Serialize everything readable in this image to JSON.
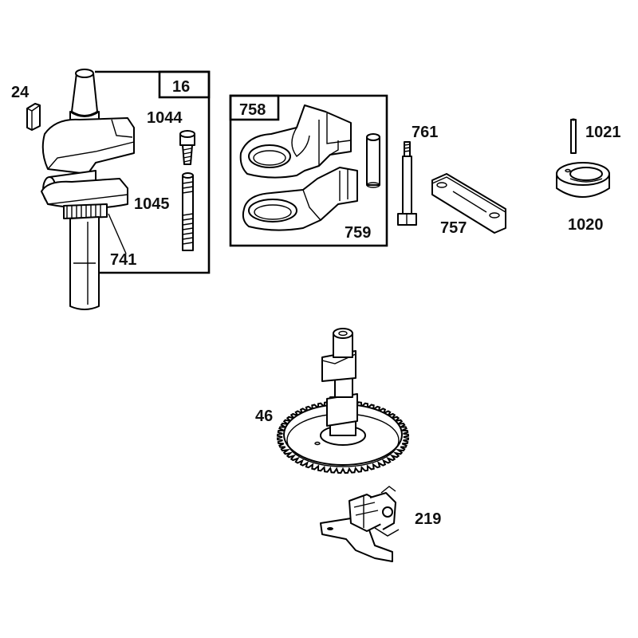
{
  "diagram": {
    "labels": {
      "p24": "24",
      "p16": "16",
      "p1044": "1044",
      "p1045": "1045",
      "p741": "741",
      "p758": "758",
      "p759": "759",
      "p761": "761",
      "p757": "757",
      "p1021": "1021",
      "p1020": "1020",
      "p46": "46",
      "p219": "219"
    },
    "colors": {
      "line": "#000000",
      "background": "#ffffff"
    }
  }
}
